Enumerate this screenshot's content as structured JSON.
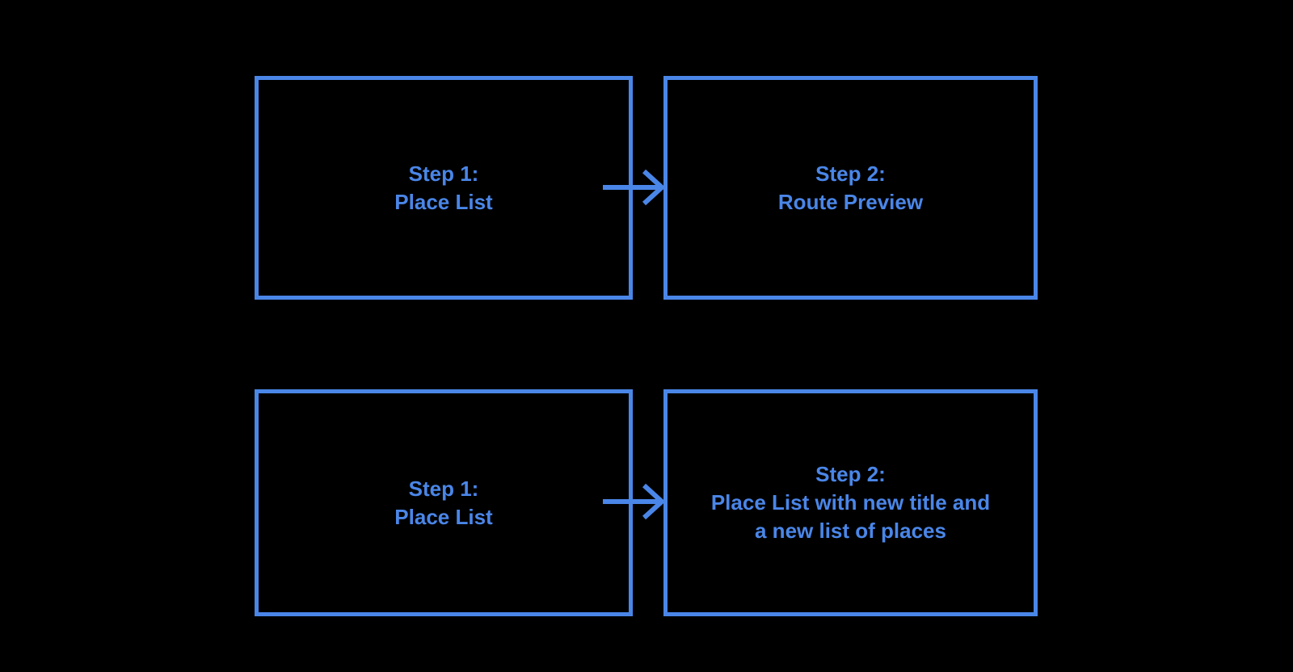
{
  "colors": {
    "background": "#000000",
    "accent": "#4A86E8"
  },
  "diagram": {
    "flows": [
      {
        "from": "Step 1: Place List",
        "to": "Step 2: Route Preview"
      },
      {
        "from": "Step 1: Place List",
        "to": "Step 2: Place List with new title and a new list of places"
      }
    ],
    "boxes": [
      {
        "name": "flow1-step1",
        "text": "Step 1:\nPlace List"
      },
      {
        "name": "flow1-step2",
        "text": "Step 2:\nRoute Preview"
      },
      {
        "name": "flow2-step1",
        "text": "Step 1:\nPlace List"
      },
      {
        "name": "flow2-step2",
        "text": "Step 2:\nPlace List with new title and\na new list of places"
      }
    ]
  }
}
